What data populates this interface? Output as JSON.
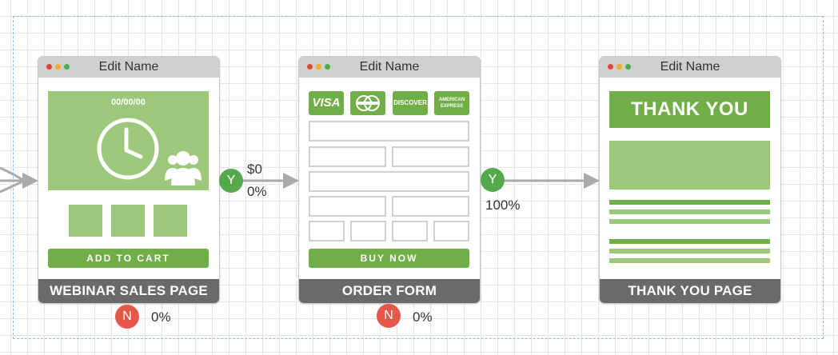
{
  "canvas": {
    "grid": true,
    "selection_frame": true
  },
  "pages": [
    {
      "titlebar": "Edit Name",
      "footer": "WEBINAR SALES PAGE",
      "date_text": "00/00/00",
      "button_label": "ADD TO CART",
      "icons": [
        "clock-icon",
        "people-icon"
      ]
    },
    {
      "titlebar": "Edit Name",
      "footer": "ORDER FORM",
      "card_logos": [
        "VISA",
        "MASTERCARD",
        "DISCOVER",
        "AMERICAN EXPRESS"
      ],
      "button_label": "BUY NOW"
    },
    {
      "titlebar": "Edit Name",
      "footer": "THANK YOU PAGE",
      "banner_text": "THANK YOU"
    }
  ],
  "connections": [
    {
      "yes_badge": "Y",
      "revenue": "$0",
      "yes_rate": "0%",
      "no_badge": "N",
      "no_rate": "0%"
    },
    {
      "yes_badge": "Y",
      "yes_rate": "100%",
      "no_badge": "N",
      "no_rate": "0%"
    }
  ],
  "colors": {
    "accent": "#71ae48",
    "accent_light": "#9dc77a",
    "yes": "#55a84b",
    "no": "#e5574a",
    "footer": "#6a6a6a"
  }
}
